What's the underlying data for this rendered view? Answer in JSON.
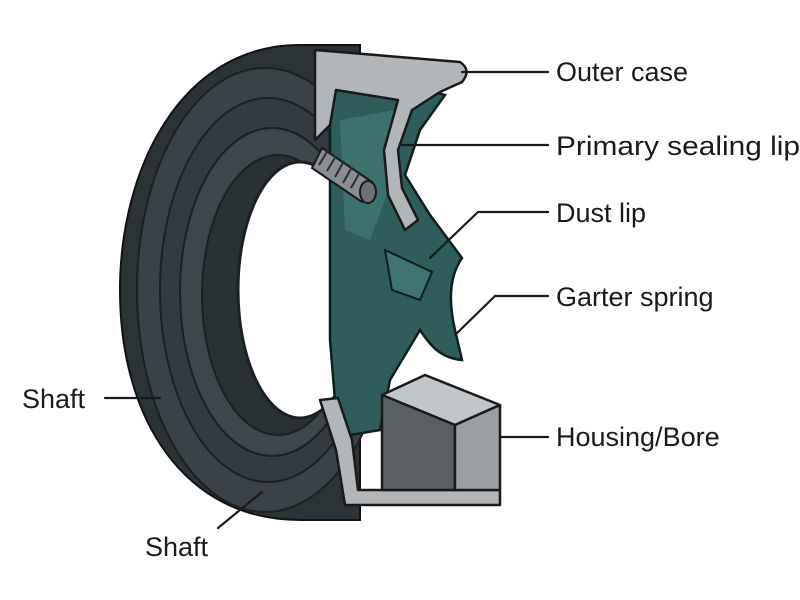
{
  "labels": {
    "outer_case": "Outer case",
    "primary_sealing_lip": "Primary sealing lip",
    "dust_lip": "Dust lip",
    "garter_spring": "Garter spring",
    "housing_bore": "Housing/Bore",
    "shaft_left": "Shaft",
    "shaft_bottom": "Shaft"
  },
  "colors": {
    "rubber": "#3a4247",
    "rubber_dark": "#23292d",
    "rubber_light": "#4d565b",
    "seal_teal": "#2f5d5b",
    "seal_teal_light": "#3f7471",
    "metal_case": "#b3b6b8",
    "housing_front": "#9c9fa2",
    "housing_top": "#c3c6c8",
    "spring": "#6e7276",
    "line": "#1a1a1a"
  }
}
